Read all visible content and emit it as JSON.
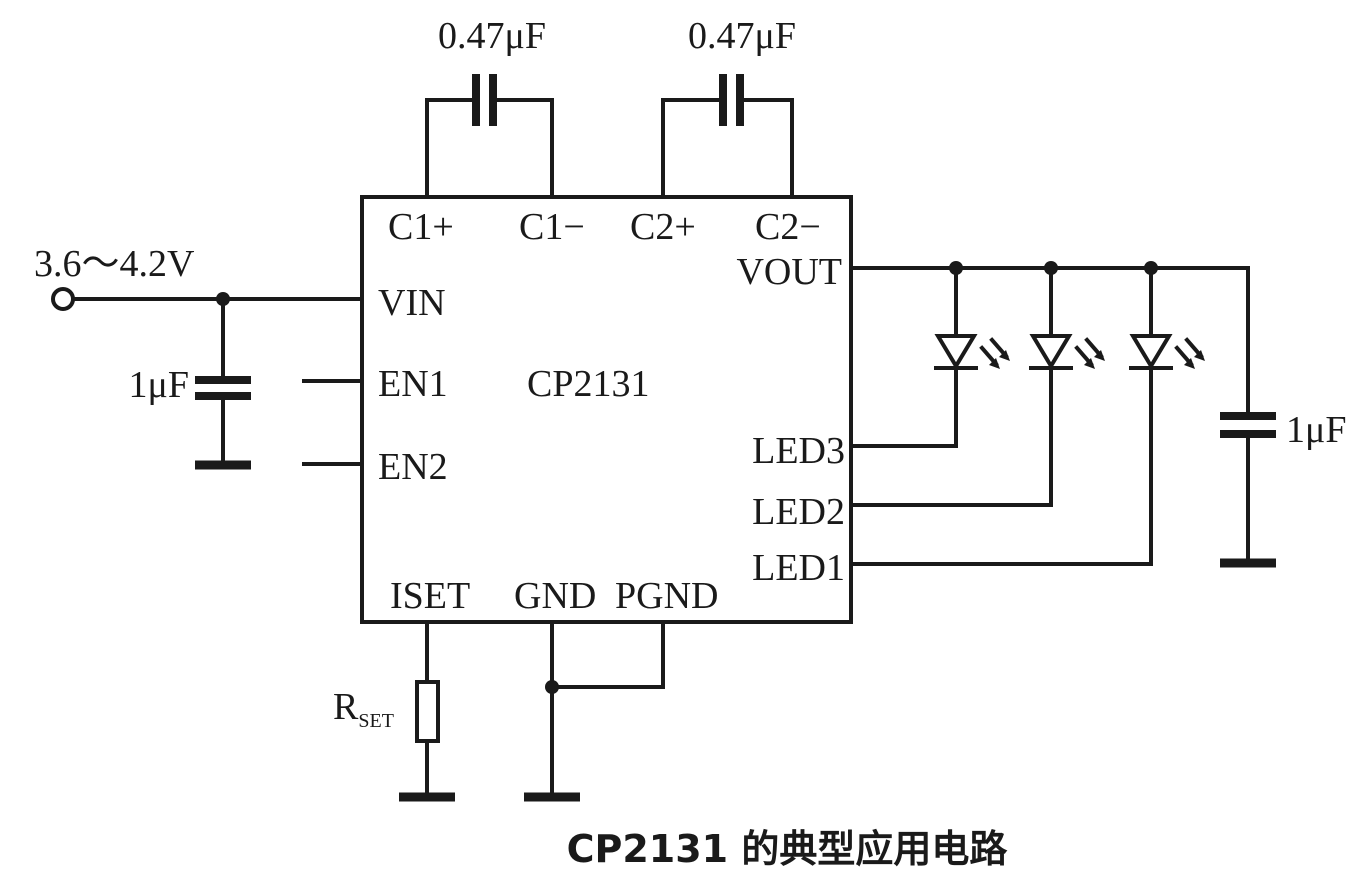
{
  "caption": "CP2131 的典型应用电路",
  "chip": {
    "name": "CP2131",
    "pins": {
      "c1p": "C1+",
      "c1n": "C1−",
      "c2p": "C2+",
      "c2n": "C2−",
      "vout": "VOUT",
      "vin": "VIN",
      "en1": "EN1",
      "en2": "EN2",
      "led3": "LED3",
      "led2": "LED2",
      "led1": "LED1",
      "iset": "ISET",
      "gnd": "GND",
      "pgnd": "PGND"
    }
  },
  "components": {
    "c_fly1": "0.47μF",
    "c_fly2": "0.47μF",
    "c_in": "1μF",
    "c_out": "1μF",
    "rset_main": "R",
    "rset_sub": "SET",
    "vin_label": "3.6～4.2V"
  }
}
